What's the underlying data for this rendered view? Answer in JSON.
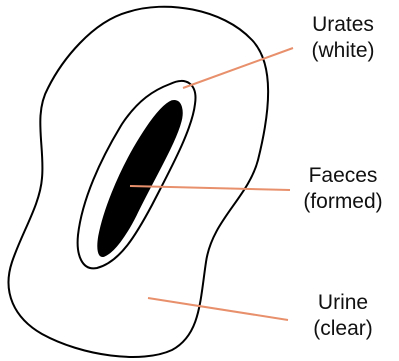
{
  "labels": {
    "urates": {
      "line1": "Urates",
      "line2": "(white)"
    },
    "faeces": {
      "line1": "Faeces",
      "line2": "(formed)"
    },
    "urine": {
      "line1": "Urine",
      "line2": "(clear)"
    }
  },
  "colors": {
    "outline": "#000000",
    "fill_faeces": "#000000",
    "leader_line": "#e8906c",
    "background": "#ffffff"
  }
}
